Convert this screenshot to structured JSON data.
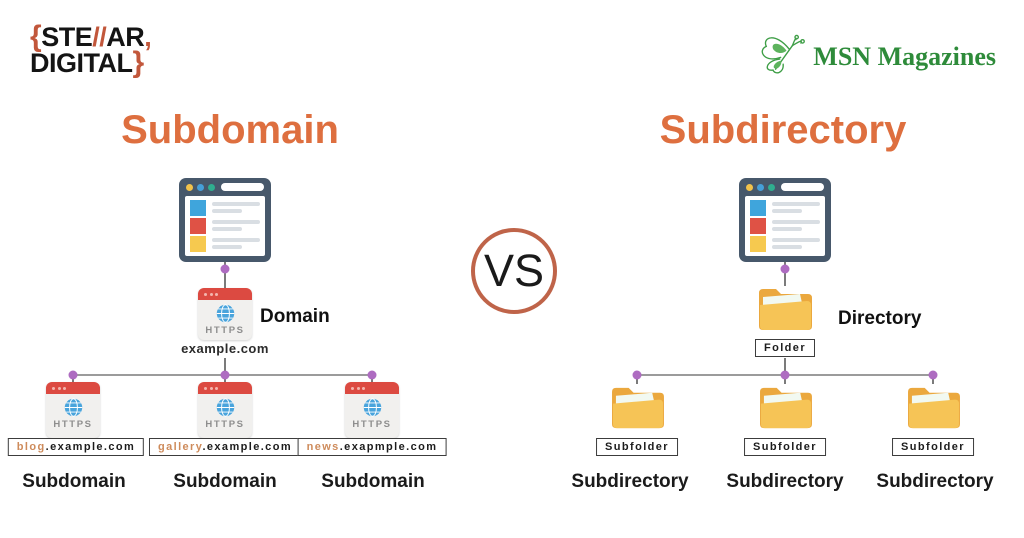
{
  "header": {
    "stellar_logo": {
      "brace_open": "{",
      "part1": "STE",
      "slashes": "//",
      "part2": "AR",
      "comma": ",",
      "line2": "DIGITAL",
      "brace_close": "}"
    },
    "msn_logo": {
      "text": "MSN Magazines"
    }
  },
  "vs": {
    "label": "VS"
  },
  "left": {
    "heading": "Subdomain",
    "root_label": "Domain",
    "root_url": "example.com",
    "https_label": "HTTPS",
    "children": [
      {
        "prefix": "blog",
        "suffix": ".example.com",
        "label": "Subdomain"
      },
      {
        "prefix": "gallery",
        "suffix": ".example.com",
        "label": "Subdomain"
      },
      {
        "prefix": "news",
        "suffix": ".exapmple.com",
        "label": "Subdomain"
      }
    ]
  },
  "right": {
    "heading": "Subdirectory",
    "root_label": "Directory",
    "root_tag": "Folder",
    "children": [
      {
        "tag": "Subfolder",
        "label": "Subdirectory"
      },
      {
        "tag": "Subfolder",
        "label": "Subdirectory"
      },
      {
        "tag": "Subfolder",
        "label": "Subdirectory"
      }
    ]
  },
  "colors": {
    "heading_orange": "#DE6F3F",
    "logo_accent": "#C2573B",
    "vs_ring": "#BF6449",
    "connector_dot_purple": "#AE6CC1",
    "branch_line_gray": "#9B9B9B",
    "browser_frame_slate": "#47586B",
    "https_bar_red": "#DC4A41",
    "globe_blue": "#49A4DC",
    "folder_amber": "#F5C158",
    "msn_green": "#2E8B3A",
    "domain_prefix_orange": "#CE8B5B"
  }
}
